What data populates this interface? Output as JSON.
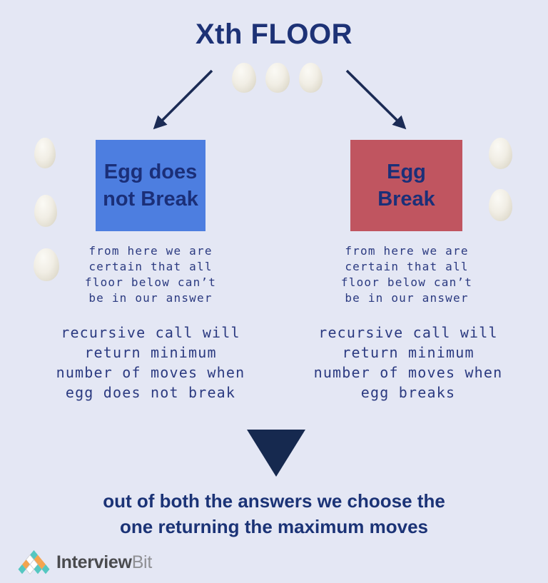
{
  "title": "Xth FLOOR",
  "branches": {
    "left": {
      "box_label": "Egg does\nnot Break",
      "note": "from here we are\ncertain that all\nfloor below can’t\nbe in our answer",
      "description": "recursive call will\nreturn minimum\nnumber of moves when\negg does not break"
    },
    "right": {
      "box_label": "Egg\nBreak",
      "note": "from here we are\ncertain that all\nfloor below can’t\nbe in our answer",
      "description": "recursive call will\nreturn minimum\nnumber of moves when\negg breaks"
    }
  },
  "conclusion": "out of both the answers we choose the\none returning the maximum moves",
  "brand": {
    "primary": "Interview",
    "secondary": "Bit"
  },
  "colors": {
    "background": "#E4E7F4",
    "navy_text": "#1D3276",
    "mono_text": "#2B3A80",
    "box_blue": "#4D7EE0",
    "box_red": "#C05560",
    "arrow": "#1B2B55",
    "triangle": "#16294F",
    "logo_teal": "#55C7C1",
    "logo_orange": "#F4A44F",
    "egg_shell": "#F1EEE5"
  },
  "decorations": {
    "top_egg_count": 3,
    "left_egg_count": 3,
    "right_egg_count": 2
  }
}
